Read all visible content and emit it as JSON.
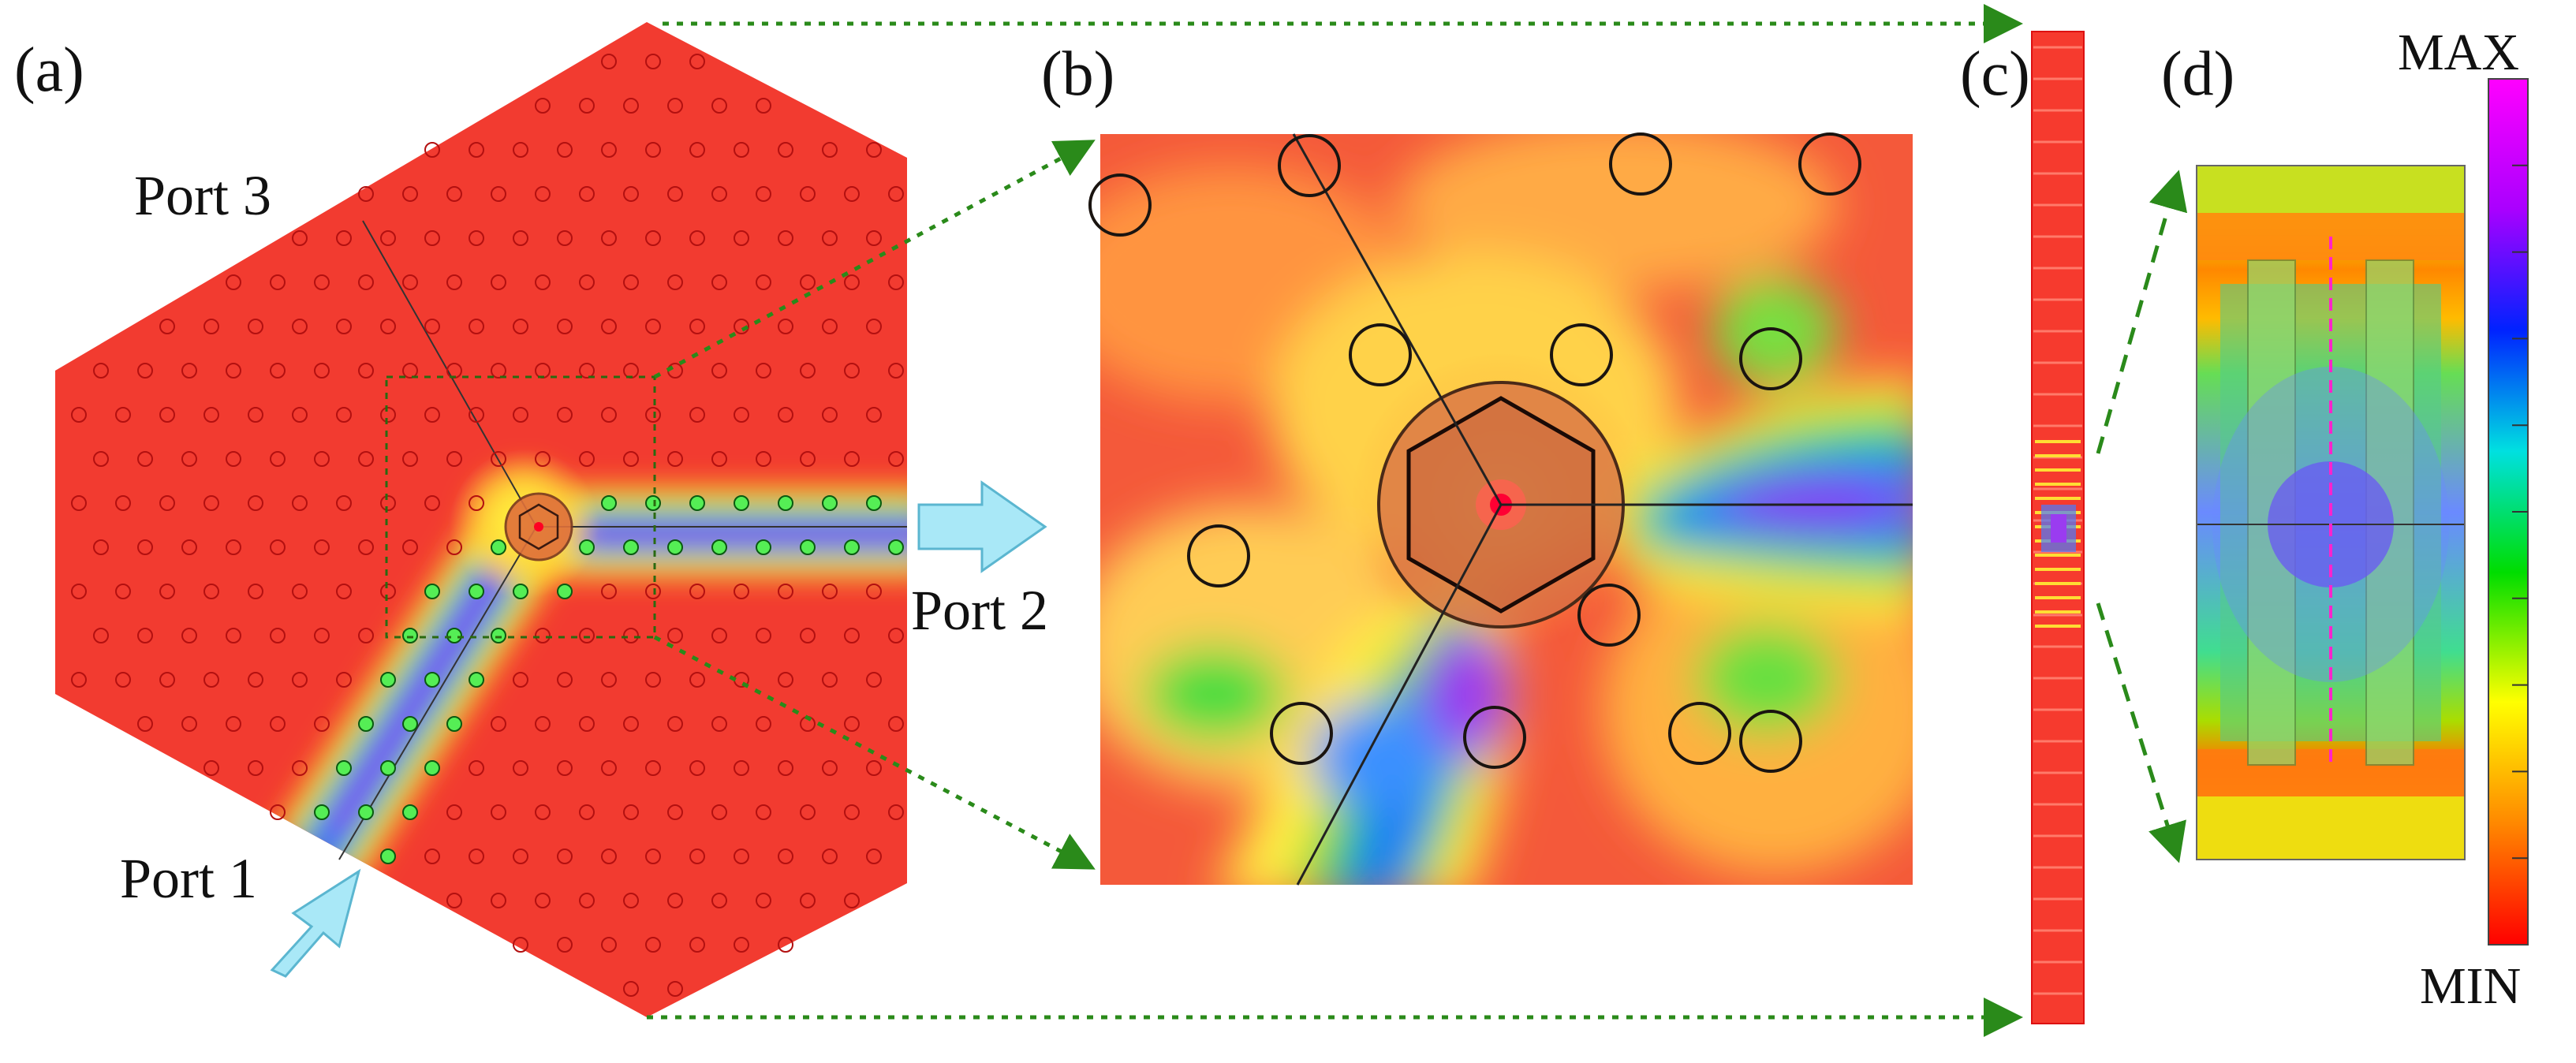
{
  "panels": {
    "a": "(a)",
    "b": "(b)",
    "c": "(c)",
    "d": "(d)"
  },
  "ports": {
    "port1": "Port 1",
    "port2": "Port 2",
    "port3": "Port 3"
  },
  "colorbar": {
    "max_label": "MAX",
    "min_label": "MIN",
    "colors": [
      "#ff0000",
      "#ff8800",
      "#ffff00",
      "#00dd00",
      "#00e0e0",
      "#0022ff",
      "#aa00ff",
      "#ff00ff"
    ]
  },
  "colors": {
    "field_background": "#f23b30",
    "waveguide_high": "#9b2cf0",
    "guide_arrow_fill": "#a9e8f7",
    "zoom_arrow": "#2a8a1a"
  }
}
